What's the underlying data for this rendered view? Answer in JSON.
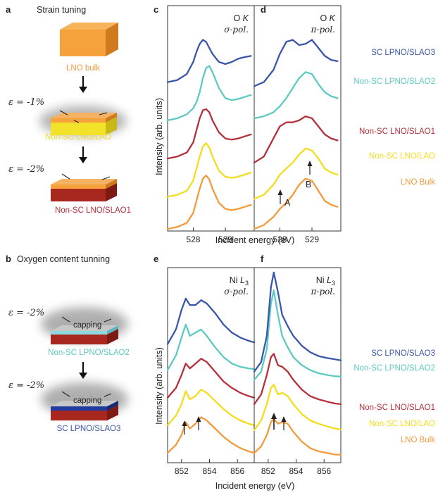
{
  "panel_labels": {
    "a": "a",
    "b": "b",
    "c": "c",
    "d": "d",
    "e": "e",
    "f": "f"
  },
  "left": {
    "strain_title": "Strain tuning",
    "oxygen_title": "Oxygen content tunning",
    "eps_1": "ε = -1%",
    "eps_2": "ε = -2%",
    "eps_3": "ε = -2%",
    "eps_4": "ε = -2%",
    "block_lno_bulk": "LNO bulk",
    "block_lno_lao": "Non-SC LNO/LAO",
    "block_lno_slao1": "Non-SC LNO/SLAO1",
    "block_lpno_slao2": "Non-SC LPNO/SLAO2",
    "block_lpno_slao3": "SC LPNO/SLAO3",
    "capping_1": "capping",
    "capping_2": "capping"
  },
  "colors": {
    "sc_lpno_slao3": "#3a56a8",
    "nonsc_lpno_slao2": "#5cc9c2",
    "nonsc_lno_slao1": "#b5303a",
    "nonsc_lno_lao": "#f5dc1e",
    "lno_bulk": "#f29a3c",
    "block_orange": "#f5a13c",
    "block_yellow": "#f2e32a",
    "block_red": "#a8271f",
    "block_cyan": "#8ed8e0",
    "block_blue": "#1f3c9e",
    "block_grey": "#9a9a9a"
  },
  "legend_entries": [
    "SC LPNO/SLAO3",
    "Non-SC LPNO/SLAO2",
    "Non-SC LNO/SLAO1",
    "Non-SC LNO/LAO",
    "LNO Bulk"
  ],
  "annotations": {
    "A": "A",
    "B": "B"
  },
  "chart_data": [
    {
      "panel": "c",
      "type": "line",
      "title": "O K",
      "subtitle": "σ-pol.",
      "xlabel": "Incident energy (eV)",
      "ylabel": "Intensity (arb. units)",
      "xlim": [
        527.2,
        529.9
      ],
      "xticks": [
        528,
        529
      ],
      "ylim": [
        0,
        5.6
      ],
      "series": [
        {
          "name": "LNO Bulk",
          "color": "#f29a3c",
          "x": [
            527.2,
            527.5,
            527.8,
            528.0,
            528.1,
            528.2,
            528.3,
            528.4,
            528.5,
            528.6,
            528.8,
            529.0,
            529.2,
            529.4,
            529.6,
            529.8
          ],
          "y": [
            0.05,
            0.1,
            0.2,
            0.45,
            0.75,
            1.05,
            1.3,
            1.38,
            1.28,
            1.05,
            0.7,
            0.55,
            0.52,
            0.55,
            0.6,
            0.65
          ]
        },
        {
          "name": "Non-SC LNO/LAO",
          "color": "#f5dc1e",
          "x": [
            527.2,
            527.5,
            527.8,
            528.0,
            528.1,
            528.2,
            528.3,
            528.4,
            528.5,
            528.6,
            528.8,
            529.0,
            529.2,
            529.4,
            529.6,
            529.8
          ],
          "y": [
            0.85,
            0.9,
            1.0,
            1.25,
            1.55,
            1.85,
            2.1,
            2.18,
            2.08,
            1.85,
            1.5,
            1.35,
            1.32,
            1.35,
            1.4,
            1.45
          ]
        },
        {
          "name": "Non-SC LNO/SLAO1",
          "color": "#b5303a",
          "x": [
            527.2,
            527.5,
            527.8,
            528.0,
            528.1,
            528.2,
            528.3,
            528.4,
            528.5,
            528.6,
            528.8,
            529.0,
            529.2,
            529.4,
            529.6,
            529.8
          ],
          "y": [
            1.8,
            1.85,
            1.95,
            2.2,
            2.5,
            2.8,
            3.0,
            3.03,
            2.95,
            2.75,
            2.45,
            2.3,
            2.27,
            2.3,
            2.35,
            2.4
          ]
        },
        {
          "name": "Non-SC LPNO/SLAO2",
          "color": "#5cc9c2",
          "x": [
            527.2,
            527.5,
            527.8,
            528.0,
            528.1,
            528.2,
            528.3,
            528.4,
            528.5,
            528.6,
            528.8,
            529.0,
            529.2,
            529.4,
            529.6,
            529.8
          ],
          "y": [
            2.75,
            2.8,
            2.9,
            3.05,
            3.2,
            3.45,
            3.8,
            4.05,
            4.1,
            3.95,
            3.55,
            3.3,
            3.25,
            3.28,
            3.33,
            3.38
          ]
        },
        {
          "name": "SC LPNO/SLAO3",
          "color": "#3a56a8",
          "x": [
            527.2,
            527.5,
            527.8,
            528.0,
            528.1,
            528.2,
            528.3,
            528.4,
            528.5,
            528.6,
            528.8,
            529.0,
            529.2,
            529.4,
            529.6,
            529.8
          ],
          "y": [
            3.7,
            3.75,
            3.9,
            4.2,
            4.45,
            4.65,
            4.75,
            4.7,
            4.55,
            4.4,
            4.2,
            4.15,
            4.2,
            4.28,
            4.32,
            4.35
          ]
        }
      ]
    },
    {
      "panel": "d",
      "type": "line",
      "title": "O K",
      "subtitle": "π-pol.",
      "xlabel": "Incident energy (eV)",
      "ylabel": "",
      "xlim": [
        527.2,
        529.9
      ],
      "xticks": [
        528,
        529
      ],
      "ylim": [
        0,
        5.6
      ],
      "series": [
        {
          "name": "LNO Bulk",
          "color": "#f29a3c",
          "x": [
            527.2,
            527.5,
            527.8,
            528.0,
            528.2,
            528.4,
            528.6,
            528.8,
            529.0,
            529.2,
            529.4,
            529.6,
            529.8
          ],
          "y": [
            0.05,
            0.15,
            0.35,
            0.55,
            0.7,
            0.9,
            1.15,
            1.3,
            1.25,
            1.0,
            0.75,
            0.65,
            0.6
          ]
        },
        {
          "name": "Non-SC LNO/LAO",
          "color": "#f5dc1e",
          "x": [
            527.2,
            527.5,
            527.8,
            528.0,
            528.2,
            528.4,
            528.6,
            528.8,
            529.0,
            529.2,
            529.4,
            529.6,
            529.8
          ],
          "y": [
            0.8,
            0.9,
            1.15,
            1.4,
            1.55,
            1.7,
            1.9,
            2.05,
            2.0,
            1.8,
            1.55,
            1.45,
            1.4
          ]
        },
        {
          "name": "Non-SC LNO/SLAO1",
          "color": "#b5303a",
          "x": [
            527.2,
            527.5,
            527.8,
            528.0,
            528.2,
            528.4,
            528.6,
            528.8,
            529.0,
            529.2,
            529.4,
            529.6,
            529.8
          ],
          "y": [
            1.7,
            1.85,
            2.3,
            2.6,
            2.7,
            2.7,
            2.75,
            2.85,
            2.8,
            2.6,
            2.4,
            2.3,
            2.25
          ]
        },
        {
          "name": "Non-SC LPNO/SLAO2",
          "color": "#5cc9c2",
          "x": [
            527.2,
            527.5,
            527.8,
            528.0,
            528.2,
            528.4,
            528.6,
            528.8,
            529.0,
            529.2,
            529.4,
            529.6,
            529.8
          ],
          "y": [
            2.8,
            2.85,
            2.95,
            3.1,
            3.3,
            3.55,
            3.8,
            3.95,
            3.9,
            3.65,
            3.45,
            3.35,
            3.3
          ]
        },
        {
          "name": "SC LPNO/SLAO3",
          "color": "#3a56a8",
          "x": [
            527.2,
            527.5,
            527.8,
            528.0,
            528.2,
            528.4,
            528.6,
            528.8,
            529.0,
            529.2,
            529.4,
            529.6,
            529.8
          ],
          "y": [
            3.6,
            3.7,
            4.0,
            4.4,
            4.7,
            4.75,
            4.62,
            4.65,
            4.75,
            4.55,
            4.35,
            4.25,
            4.22
          ]
        }
      ]
    },
    {
      "panel": "e",
      "type": "line",
      "title": "Ni L3",
      "subtitle": "σ-pol.",
      "xlabel": "Incident energy (eV)",
      "ylabel": "Intensity (arb. units)",
      "xlim": [
        851.0,
        857.2
      ],
      "xticks": [
        852,
        854,
        856
      ],
      "ylim": [
        0,
        6.0
      ],
      "series": [
        {
          "name": "LNO Bulk",
          "color": "#f29a3c",
          "x": [
            851.0,
            851.6,
            852.0,
            852.3,
            852.6,
            853.0,
            853.4,
            853.8,
            854.4,
            855.0,
            855.6,
            856.2,
            856.8,
            857.2
          ],
          "y": [
            0.3,
            0.55,
            0.85,
            1.25,
            1.05,
            1.2,
            1.4,
            1.3,
            1.05,
            0.8,
            0.6,
            0.45,
            0.35,
            0.3
          ]
        },
        {
          "name": "Non-SC LNO/LAO",
          "color": "#f5dc1e",
          "x": [
            851.0,
            851.6,
            852.0,
            852.3,
            852.6,
            853.0,
            853.4,
            853.8,
            854.4,
            855.0,
            855.6,
            856.2,
            856.8,
            857.2
          ],
          "y": [
            1.15,
            1.45,
            1.8,
            2.2,
            1.95,
            2.05,
            2.25,
            2.15,
            1.9,
            1.65,
            1.45,
            1.3,
            1.2,
            1.15
          ]
        },
        {
          "name": "Non-SC LNO/SLAO1",
          "color": "#b5303a",
          "x": [
            851.0,
            851.6,
            852.0,
            852.3,
            852.6,
            853.0,
            853.4,
            853.8,
            854.4,
            855.0,
            855.6,
            856.2,
            856.8,
            857.2
          ],
          "y": [
            2.0,
            2.3,
            2.7,
            3.05,
            2.9,
            3.05,
            3.2,
            3.1,
            2.8,
            2.5,
            2.3,
            2.15,
            2.05,
            2.0
          ]
        },
        {
          "name": "Non-SC LPNO/SLAO2",
          "color": "#5cc9c2",
          "x": [
            851.0,
            851.6,
            852.0,
            852.3,
            852.6,
            853.0,
            853.4,
            853.8,
            854.4,
            855.0,
            855.6,
            856.2,
            856.8,
            857.2
          ],
          "y": [
            2.85,
            3.3,
            3.85,
            4.25,
            3.9,
            4.0,
            4.1,
            3.9,
            3.55,
            3.25,
            3.05,
            2.95,
            2.9,
            2.88
          ]
        },
        {
          "name": "SC LPNO/SLAO3",
          "color": "#3a56a8",
          "x": [
            851.0,
            851.6,
            852.0,
            852.3,
            852.6,
            853.0,
            853.4,
            853.8,
            854.4,
            855.0,
            855.6,
            856.2,
            856.8,
            857.2
          ],
          "y": [
            3.65,
            4.1,
            4.7,
            5.05,
            4.85,
            4.85,
            5.0,
            4.9,
            4.6,
            4.25,
            4.0,
            3.85,
            3.75,
            3.7
          ]
        }
      ]
    },
    {
      "panel": "f",
      "type": "line",
      "title": "Ni L3",
      "subtitle": "π-pol.",
      "xlabel": "Incident energy (eV)",
      "ylabel": "",
      "xlim": [
        851.0,
        857.2
      ],
      "xticks": [
        852,
        854,
        856
      ],
      "ylim": [
        0,
        6.0
      ],
      "series": [
        {
          "name": "LNO Bulk",
          "color": "#f29a3c",
          "x": [
            851.0,
            851.5,
            851.9,
            852.2,
            852.4,
            852.7,
            853.0,
            853.4,
            853.8,
            854.4,
            855.0,
            855.6,
            856.2,
            856.8,
            857.2
          ],
          "y": [
            0.3,
            0.5,
            0.85,
            1.25,
            1.35,
            1.2,
            1.25,
            1.2,
            0.95,
            0.65,
            0.45,
            0.35,
            0.3,
            0.25,
            0.25
          ]
        },
        {
          "name": "Non-SC LNO/LAO",
          "color": "#f5dc1e",
          "x": [
            851.0,
            851.5,
            851.9,
            852.2,
            852.4,
            852.7,
            853.0,
            853.4,
            853.8,
            854.4,
            855.0,
            855.6,
            856.2,
            856.8,
            857.2
          ],
          "y": [
            1.0,
            1.3,
            1.8,
            2.3,
            2.4,
            2.1,
            2.15,
            2.05,
            1.8,
            1.5,
            1.3,
            1.2,
            1.12,
            1.05,
            1.02
          ]
        },
        {
          "name": "Non-SC LNO/SLAO1",
          "color": "#b5303a",
          "x": [
            851.0,
            851.5,
            851.9,
            852.2,
            852.4,
            852.7,
            853.0,
            853.4,
            853.8,
            854.4,
            855.0,
            855.6,
            856.2,
            856.8,
            857.2
          ],
          "y": [
            1.8,
            2.1,
            2.7,
            3.25,
            3.35,
            3.0,
            2.95,
            2.8,
            2.55,
            2.25,
            2.05,
            1.95,
            1.88,
            1.82,
            1.8
          ]
        },
        {
          "name": "Non-SC LPNO/SLAO2",
          "color": "#5cc9c2",
          "x": [
            851.0,
            851.5,
            851.9,
            852.2,
            852.4,
            852.7,
            853.0,
            853.4,
            853.8,
            854.4,
            855.0,
            855.6,
            856.2,
            856.8,
            857.2
          ],
          "y": [
            2.55,
            2.8,
            3.5,
            4.9,
            5.3,
            4.55,
            3.9,
            3.55,
            3.25,
            3.0,
            2.85,
            2.75,
            2.7,
            2.66,
            2.65
          ]
        },
        {
          "name": "SC LPNO/SLAO3",
          "color": "#3a56a8",
          "x": [
            851.0,
            851.5,
            851.9,
            852.2,
            852.4,
            852.7,
            853.0,
            853.4,
            853.8,
            854.4,
            855.0,
            855.6,
            856.2,
            856.8,
            857.2
          ],
          "y": [
            2.8,
            3.1,
            3.9,
            5.4,
            5.85,
            5.25,
            4.55,
            4.2,
            3.9,
            3.6,
            3.4,
            3.28,
            3.22,
            3.18,
            3.15
          ]
        }
      ]
    }
  ]
}
